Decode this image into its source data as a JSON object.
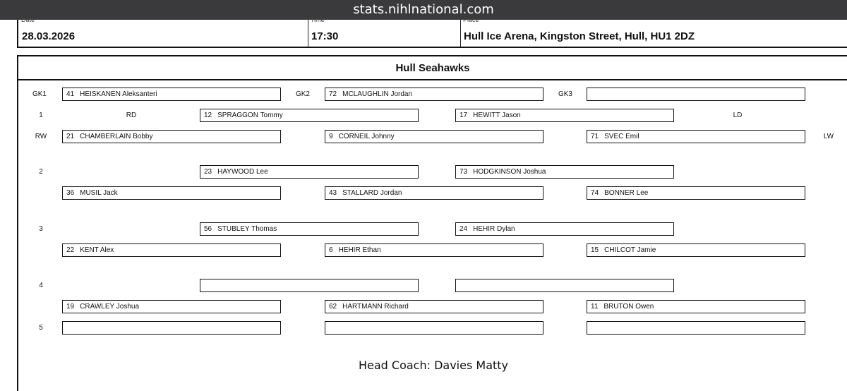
{
  "browser": {
    "url": "stats.nihlnational.com"
  },
  "header": {
    "date_label": "Date",
    "date": "28.03.2026",
    "time_label": "Time",
    "time": "17:30",
    "place_label": "Place",
    "place": "Hull Ice Arena, Kingston Street, Hull, HU1 2DZ"
  },
  "team": {
    "name": "Hull Seahawks"
  },
  "labels": {
    "gk1": "GK1",
    "gk2": "GK2",
    "gk3": "GK3",
    "rd": "RD",
    "ld": "LD",
    "rw": "RW",
    "lw": "LW",
    "l1": "1",
    "l2": "2",
    "l3": "3",
    "l4": "4",
    "l5": "5"
  },
  "goalies": {
    "gk1": {
      "num": "41",
      "name": "HEISKANEN Aleksanteri"
    },
    "gk2": {
      "num": "72",
      "name": "MCLAUGHLIN Jordan"
    },
    "gk3": {
      "num": "",
      "name": ""
    }
  },
  "lines": {
    "l1": {
      "rd": {
        "num": "12",
        "name": "SPRAGGON Tommy"
      },
      "ld": {
        "num": "17",
        "name": "HEWITT Jason"
      },
      "rw": {
        "num": "21",
        "name": "CHAMBERLAIN Bobby"
      },
      "c": {
        "num": "9",
        "name": "CORNEIL Johnny"
      },
      "lw": {
        "num": "71",
        "name": "SVEC Emil"
      }
    },
    "l2": {
      "rd": {
        "num": "23",
        "name": "HAYWOOD Lee"
      },
      "ld": {
        "num": "73",
        "name": "HODGKINSON Joshua"
      },
      "rw": {
        "num": "36",
        "name": "MUSIL Jack"
      },
      "c": {
        "num": "43",
        "name": "STALLARD Jordan"
      },
      "lw": {
        "num": "74",
        "name": "BONNER Lee"
      }
    },
    "l3": {
      "rd": {
        "num": "56",
        "name": "STUBLEY Thomas"
      },
      "ld": {
        "num": "24",
        "name": "HEHIR Dylan"
      },
      "rw": {
        "num": "22",
        "name": "KENT Alex"
      },
      "c": {
        "num": "6",
        "name": "HEHIR Ethan"
      },
      "lw": {
        "num": "15",
        "name": "CHILCOT Jamie"
      }
    },
    "l4": {
      "rd": {
        "num": "",
        "name": ""
      },
      "ld": {
        "num": "",
        "name": ""
      },
      "rw": {
        "num": "19",
        "name": "CRAWLEY Joshua"
      },
      "c": {
        "num": "62",
        "name": "HARTMANN Richard"
      },
      "lw": {
        "num": "11",
        "name": "BRUTON Owen"
      }
    },
    "l5": {
      "rw": {
        "num": "",
        "name": ""
      },
      "c": {
        "num": "",
        "name": ""
      },
      "lw": {
        "num": "",
        "name": ""
      }
    }
  },
  "coach": {
    "text": "Head Coach: Davies Matty"
  }
}
